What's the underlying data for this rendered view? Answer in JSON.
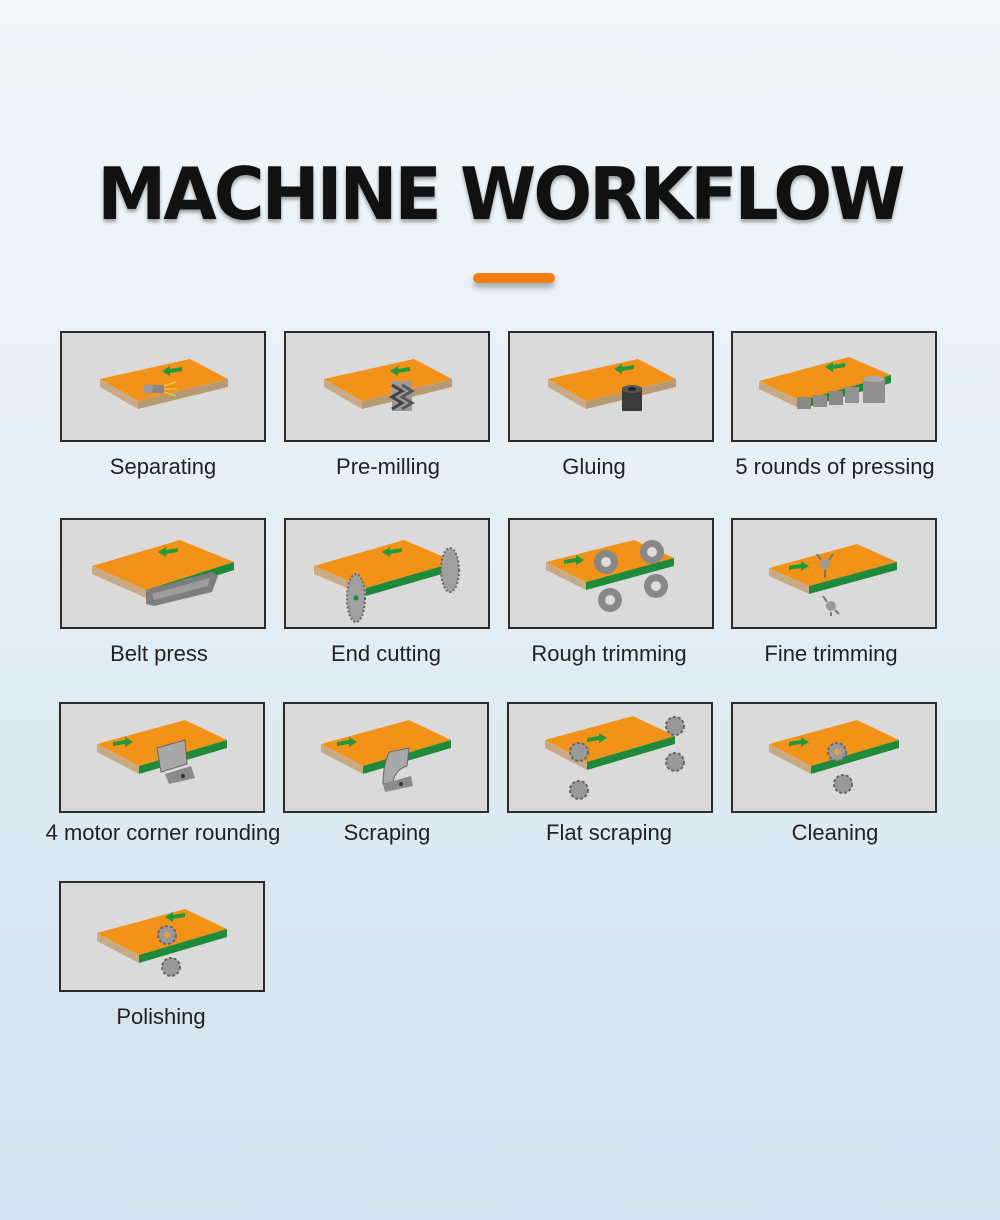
{
  "page": {
    "title": "MACHINE WORKFLOW"
  },
  "colors": {
    "panel_top": "#f39219",
    "panel_edge": "#c8ab84",
    "edge_band": "#1e8a3a",
    "arrow": "#1e9a3c",
    "tool": "#888888",
    "card_bg": "#dadada",
    "accent": "#f07e14"
  },
  "steps": [
    {
      "label": "Separating",
      "icon": "spray-nozzle-icon"
    },
    {
      "label": "Pre-milling",
      "icon": "milling-cutter-icon"
    },
    {
      "label": "Gluing",
      "icon": "glue-roller-icon"
    },
    {
      "label": "5 rounds of pressing",
      "icon": "pressure-rollers-icon"
    },
    {
      "label": "Belt press",
      "icon": "belt-press-icon"
    },
    {
      "label": "End cutting",
      "icon": "saw-blade-icon"
    },
    {
      "label": "Rough trimming",
      "icon": "trimming-wheels-icon"
    },
    {
      "label": "Fine trimming",
      "icon": "fine-trim-cutter-icon"
    },
    {
      "label": "4 motor corner rounding",
      "icon": "rounding-blade-icon"
    },
    {
      "label": "Scraping",
      "icon": "scraper-icon"
    },
    {
      "label": "Flat scraping",
      "icon": "flat-scraper-icon"
    },
    {
      "label": "Cleaning",
      "icon": "cleaning-brush-icon"
    },
    {
      "label": "Polishing",
      "icon": "polishing-wheel-icon"
    }
  ]
}
